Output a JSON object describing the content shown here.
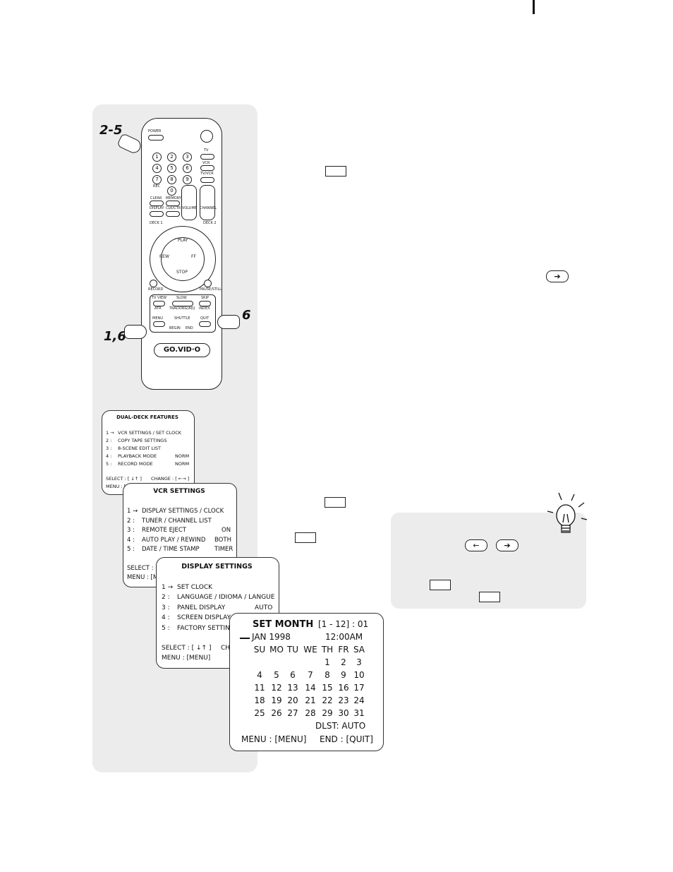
{
  "remote": {
    "step_top": "2-5",
    "step_left": "1,6",
    "step_right": "6",
    "power": "POWER",
    "tv": "TV",
    "vcr": "VCR",
    "tvvcr": "TV/VCR",
    "digits": [
      "1",
      "2",
      "3",
      "4",
      "5",
      "6",
      "7",
      "8",
      "9",
      "0"
    ],
    "rec": "REC",
    "clear": "CLEAR",
    "memory": "MEMORY",
    "display": "DISPLAY",
    "clkctr": "CLK/CTR",
    "vol": "VOLUME",
    "channel": "CHANNEL",
    "deck1": "DECK 1",
    "deck2": "DECK 2",
    "play": "PLAY",
    "rew": "REW",
    "ff": "FF",
    "stop": "STOP",
    "record": "RECORD",
    "pause": "PAUSE/STILL",
    "tvview": "TV VIEW",
    "slow": "SLOW",
    "skip": "SKIP",
    "atr": "ATR",
    "tracking": "TRACKING/ADJ",
    "index": "INDEX",
    "menu": "MENU",
    "shuttle": "SHUTTLE",
    "quit": "QUIT",
    "begin": "BEGIN",
    "end": "END",
    "brand": "GO.VID·O"
  },
  "screen1": {
    "title": "DUAL-DECK FEATURES",
    "items": [
      {
        "no": "1 →",
        "label": "VCR SETTINGS / SET CLOCK",
        "value": ""
      },
      {
        "no": "2 :",
        "label": "COPY TAPE SETTINGS",
        "value": ""
      },
      {
        "no": "3 :",
        "label": "8-SCENE EDIT LIST",
        "value": ""
      },
      {
        "no": "4 :",
        "label": "PLAYBACK MODE",
        "value": "NORM"
      },
      {
        "no": "5 :",
        "label": "RECORD MODE",
        "value": "NORM"
      }
    ],
    "select": "SELECT : [ ↓↑ ]",
    "change": "CHANGE : [ ←→ ]",
    "menu": "MENU : ["
  },
  "screen2": {
    "title": "VCR SETTINGS",
    "items": [
      {
        "no": "1 →",
        "label": "DISPLAY SETTINGS / CLOCK",
        "value": ""
      },
      {
        "no": "2 :",
        "label": "TUNER / CHANNEL LIST",
        "value": ""
      },
      {
        "no": "3 :",
        "label": "REMOTE EJECT",
        "value": "ON"
      },
      {
        "no": "4 :",
        "label": "AUTO PLAY / REWIND",
        "value": "BOTH"
      },
      {
        "no": "5 :",
        "label": "DATE / TIME STAMP",
        "value": "TIMER"
      }
    ],
    "select": "SELECT : [",
    "menu": "MENU : [M"
  },
  "screen3": {
    "title": "DISPLAY SETTINGS",
    "items": [
      {
        "no": "1 →",
        "label": "SET CLOCK",
        "value": ""
      },
      {
        "no": "2 :",
        "label": "LANGUAGE / IDIOMA / LANGUE",
        "value": ""
      },
      {
        "no": "3 :",
        "label": "PANEL DISPLAY",
        "value": "AUTO"
      },
      {
        "no": "4 :",
        "label": "SCREEN DISPLAY",
        "value": ""
      },
      {
        "no": "5 :",
        "label": "FACTORY SETTING",
        "value": ""
      }
    ],
    "select": "SELECT : [ ↓↑ ]",
    "ch": "CH",
    "menu": "MENU : [MENU]"
  },
  "calendar": {
    "title": "SET MONTH",
    "range": "[1 - 12] : 01",
    "month_year": "JAN 1998",
    "time": "12:00AM",
    "days": [
      "SU",
      "MO",
      "TU",
      "WE",
      "TH",
      "FR",
      "SA"
    ],
    "weeks": [
      [
        "",
        "",
        "",
        "",
        "1",
        "2",
        "3"
      ],
      [
        "4",
        "5",
        "6",
        "7",
        "8",
        "9",
        "10"
      ],
      [
        "11",
        "12",
        "13",
        "14",
        "15",
        "16",
        "17"
      ],
      [
        "18",
        "19",
        "20",
        "21",
        "22",
        "23",
        "24"
      ],
      [
        "25",
        "26",
        "27",
        "28",
        "29",
        "30",
        "31"
      ]
    ],
    "dlst": "DLST: AUTO",
    "menu": "MENU : [MENU]",
    "end": "END : [QUIT]"
  },
  "keys": {
    "right_arrow": "➔",
    "left_arrow": "←"
  }
}
